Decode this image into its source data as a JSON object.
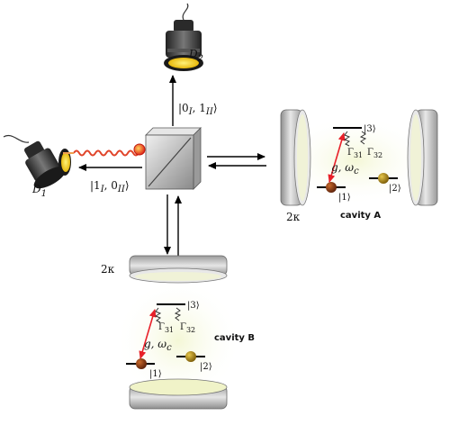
{
  "detectors": {
    "d1": {
      "main": "D",
      "sub": "1"
    },
    "d2": {
      "main": "D",
      "sub": "2"
    }
  },
  "states": {
    "up_ket": "|0",
    "up_sub1": "I",
    "up_mid": ", 1",
    "up_sub2": "II",
    "up_close": "⟩",
    "left_ket": "|1",
    "left_sub1": "I",
    "left_mid": ", 0",
    "left_sub2": "II",
    "left_close": "⟩"
  },
  "cavity_a": {
    "name": "cavity A",
    "decay": "2κ",
    "level1": "|1⟩",
    "level2": "|2⟩",
    "level3": "|3⟩",
    "gamma31_main": "Γ",
    "gamma31_sub": "31",
    "gamma32_main": "Γ",
    "gamma32_sub": "32",
    "coupling": "g, ω",
    "coupling_sub": "c"
  },
  "cavity_b": {
    "name": "cavity B",
    "decay": "2κ",
    "level1": "|1⟩",
    "level2": "|2⟩",
    "level3": "|3⟩",
    "gamma31_main": "Γ",
    "gamma31_sub": "31",
    "gamma32_main": "Γ",
    "gamma32_sub": "32",
    "coupling": "g, ω",
    "coupling_sub": "c"
  },
  "colors": {
    "arrow_red": "#e8202a",
    "mirror_gray": "#a9a9a9",
    "glow": "#eef3c8",
    "atom_brown": "#8a3a12",
    "atom_olive": "#a08010",
    "detector_lens": "#f2d41a",
    "photon_wave": "#e0442a"
  }
}
